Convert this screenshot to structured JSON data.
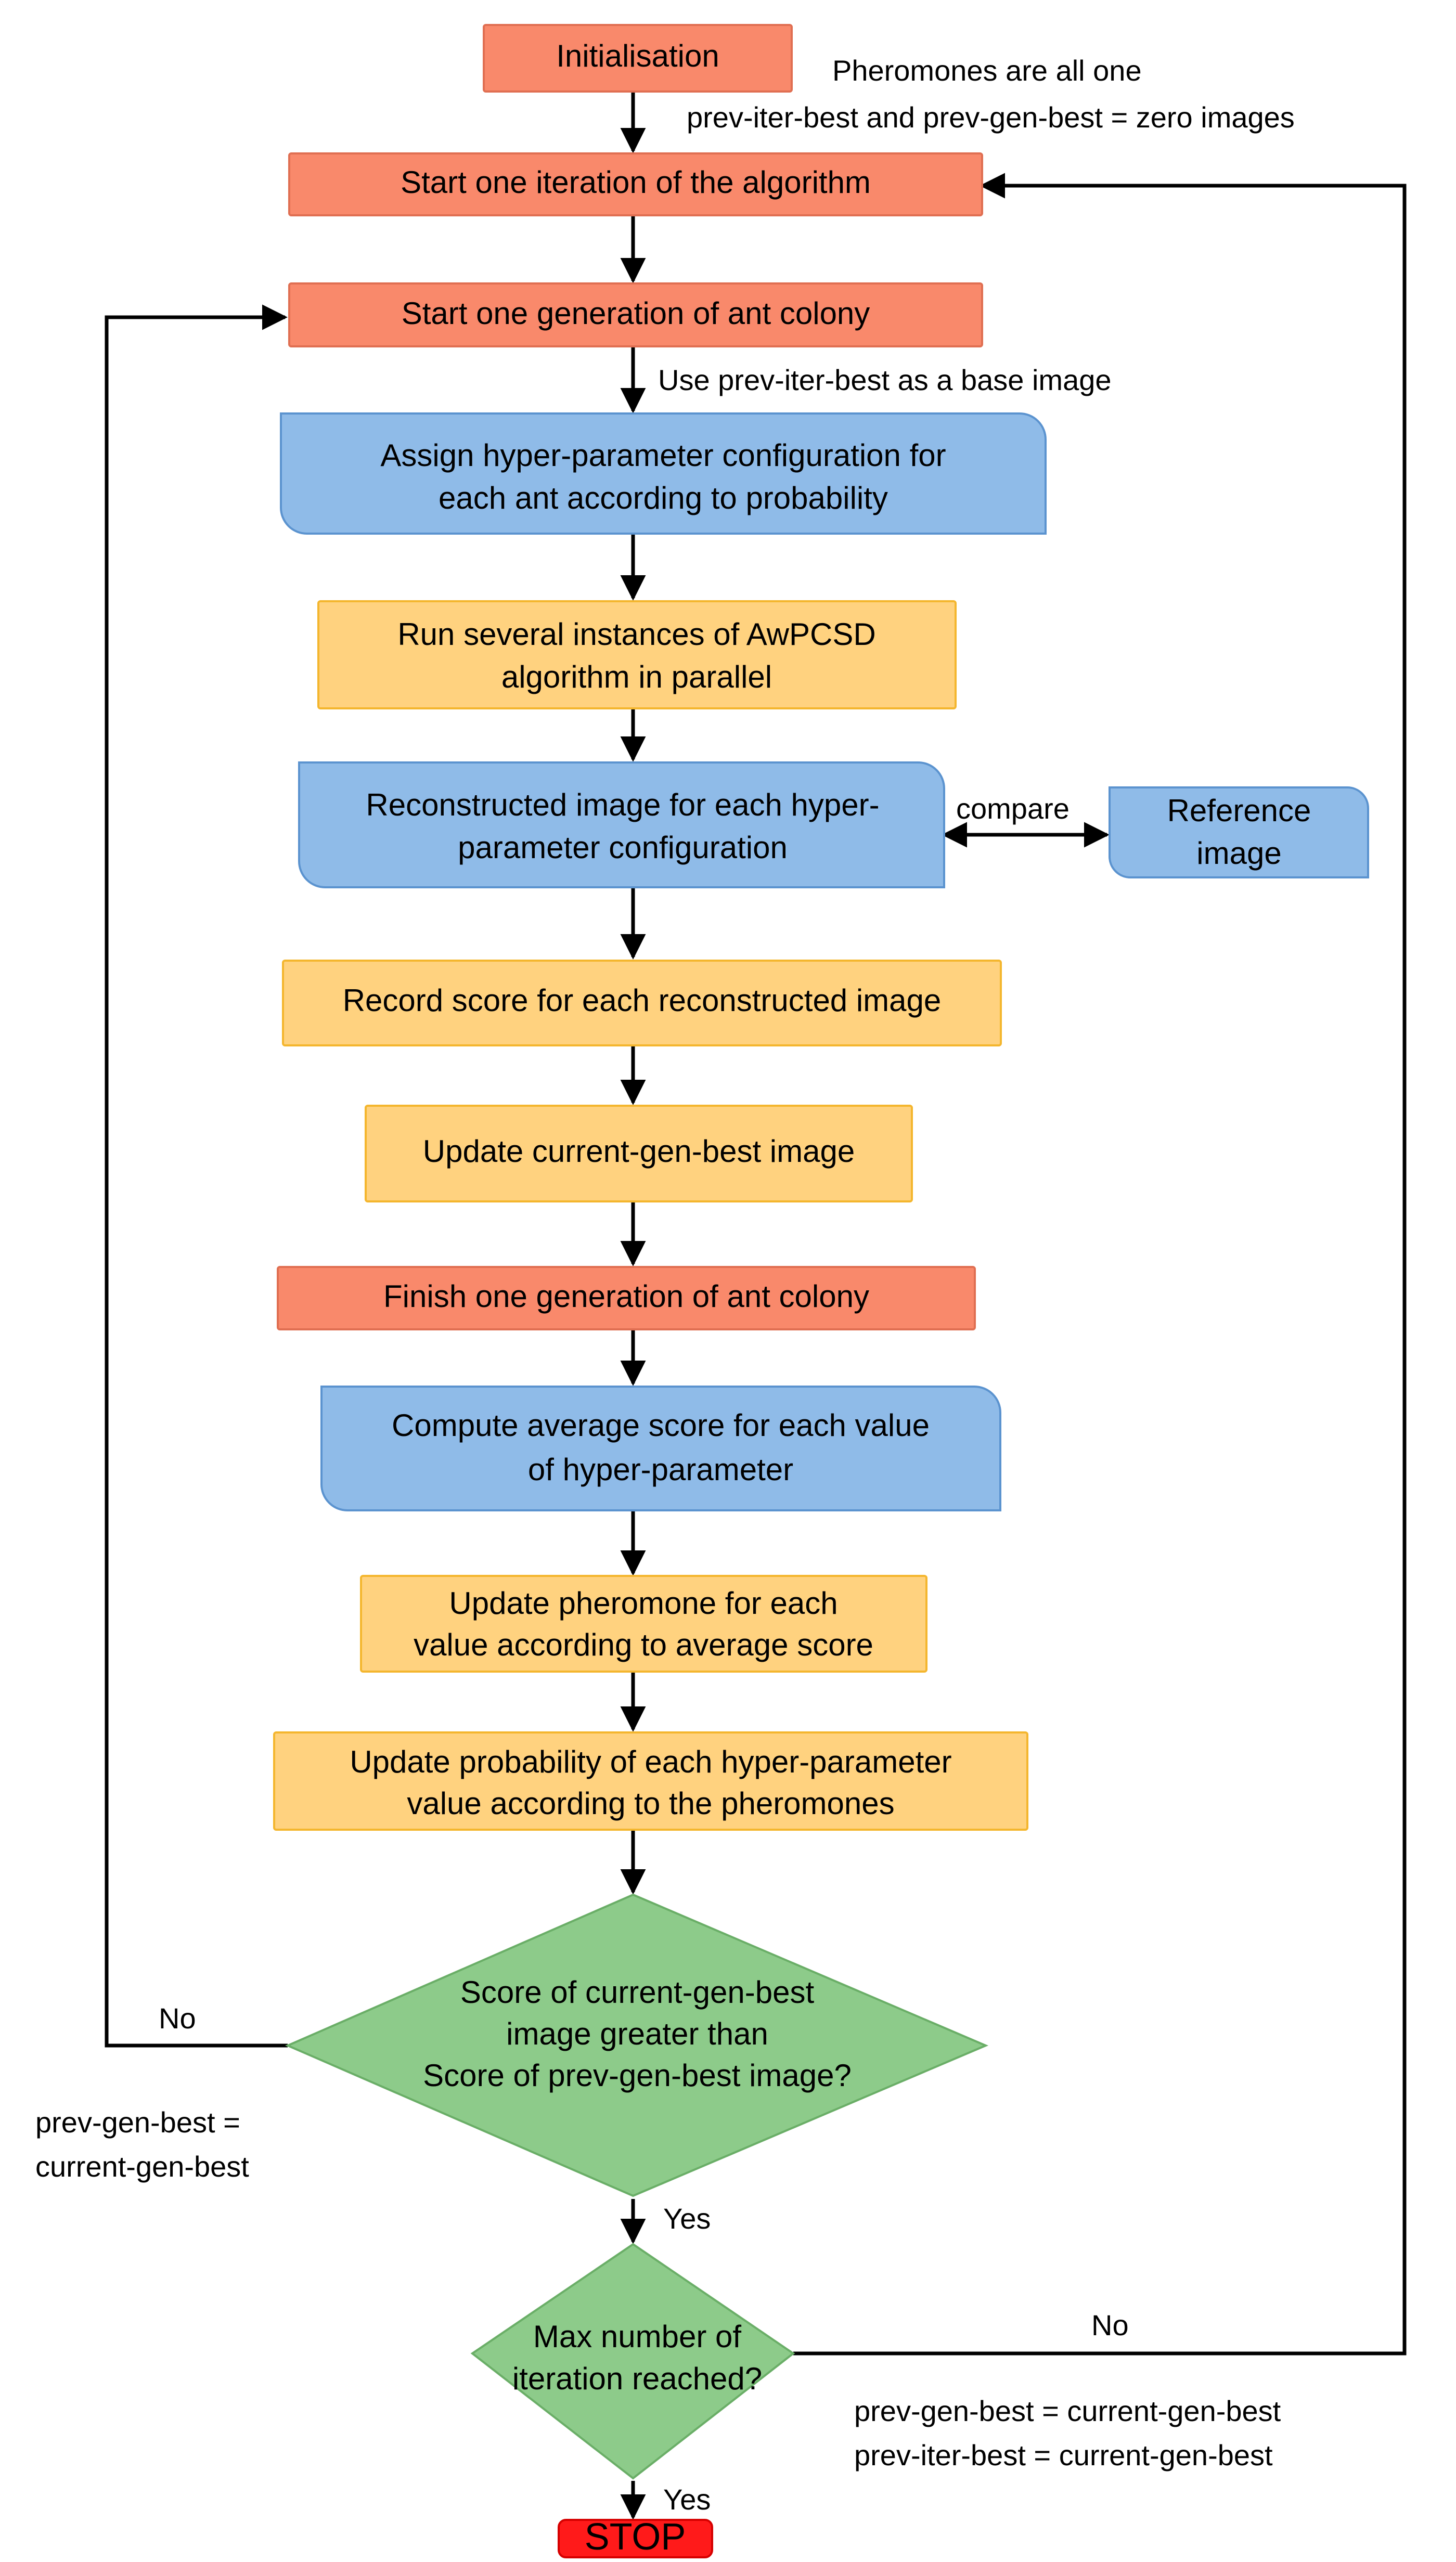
{
  "colors": {
    "orange_fill": "#F9896B",
    "orange_stroke": "#E06F52",
    "yellow_fill": "#FFD27F",
    "yellow_stroke": "#F4B62E",
    "blue_fill": "#8FBBE8",
    "blue_stroke": "#5B93CF",
    "green_fill": "#8DCB8A",
    "green_stroke": "#6AAE67",
    "stop_fill": "#FF1A1A",
    "line": "#000000"
  },
  "nodes": {
    "init": {
      "text": "Initialisation"
    },
    "start_iter": {
      "text": "Start one iteration of the algorithm"
    },
    "start_gen": {
      "text": "Start one generation of ant colony"
    },
    "assign": {
      "lines": [
        "Assign hyper-parameter configuration for",
        "each ant according to probability"
      ]
    },
    "run": {
      "lines": [
        "Run several instances of AwPCSD",
        "algorithm in parallel"
      ]
    },
    "recon": {
      "lines": [
        "Reconstructed image for each hyper-",
        "parameter configuration"
      ]
    },
    "reference": {
      "lines": [
        "Reference",
        "image"
      ]
    },
    "record": {
      "text": "Record score for each reconstructed image"
    },
    "update_cgb": {
      "text": "Update current-gen-best image"
    },
    "finish_gen": {
      "text": "Finish one generation of ant colony"
    },
    "compute": {
      "lines": [
        "Compute average score for each value",
        "of hyper-parameter"
      ]
    },
    "update_pher": {
      "lines": [
        "Update pheromone for each",
        "value according to average score"
      ]
    },
    "update_prob": {
      "lines": [
        "Update probability of each hyper-parameter",
        "value according to the pheromones"
      ]
    },
    "decision1": {
      "lines": [
        "Score of current-gen-best",
        "image greater than",
        "Score of prev-gen-best image?"
      ]
    },
    "decision2": {
      "lines": [
        "Max number of",
        "iteration reached?"
      ]
    },
    "stop": {
      "text": "STOP"
    }
  },
  "labels": {
    "init_note": [
      "Pheromones are all one",
      "prev-iter-best and prev-gen-best = zero images"
    ],
    "base_image": "Use prev-iter-best as a base image",
    "compare": "compare",
    "no1": "No",
    "no1_note": [
      "prev-gen-best =",
      "current-gen-best"
    ],
    "yes1": "Yes",
    "no2": "No",
    "no2_note": [
      "prev-gen-best = current-gen-best",
      "prev-iter-best = current-gen-best"
    ],
    "yes2": "Yes"
  }
}
